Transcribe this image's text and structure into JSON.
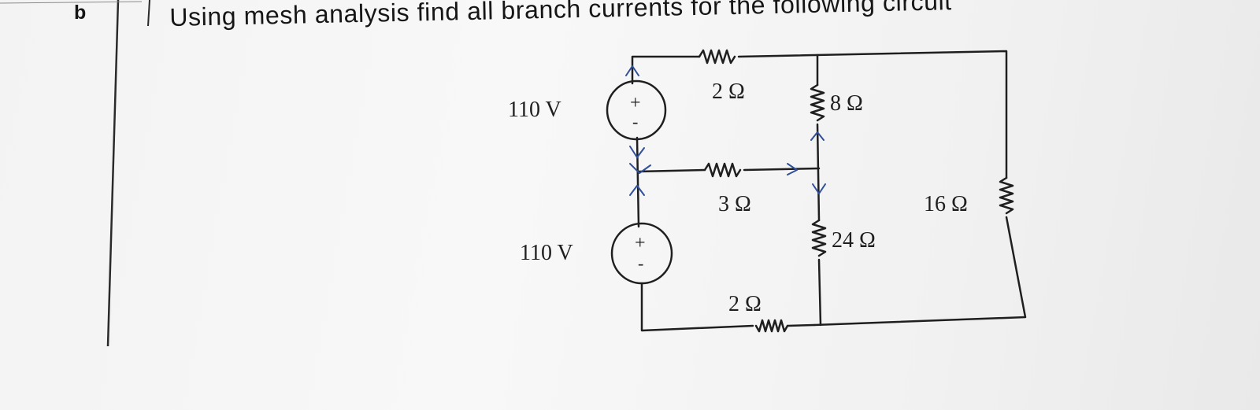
{
  "question": {
    "label": "b",
    "text": "Using mesh analysis find all branch currents for the following circuit"
  },
  "circuit": {
    "source_top": {
      "voltage": "110 V",
      "plus": "+",
      "minus": "-"
    },
    "source_bottom": {
      "voltage": "110 V",
      "plus": "+",
      "minus": "-"
    },
    "r_top": "2 Ω",
    "r_middle": "3 Ω",
    "r_bottom": "2 Ω",
    "r_upper_vertical": "8 Ω",
    "r_lower_vertical": "24 Ω",
    "r_right": "16 Ω"
  },
  "colors": {
    "ink": "#1f1f1f",
    "annotation_pen": "#2f4f9a"
  }
}
